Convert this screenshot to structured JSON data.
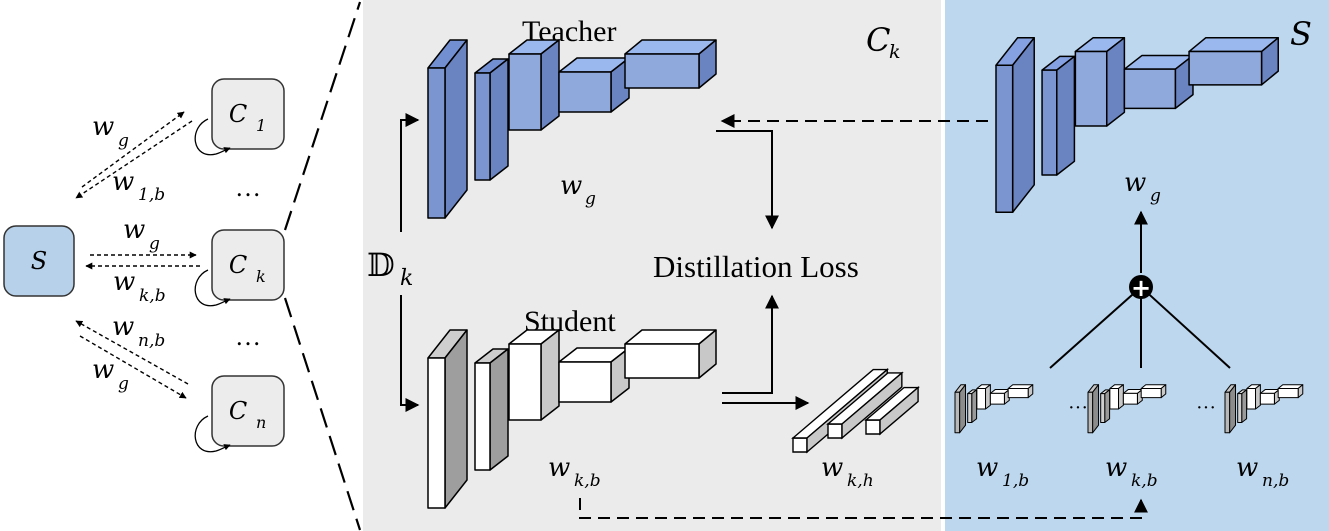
{
  "colors": {
    "gray_panel": "#ebebeb",
    "blue_panel": "#bdd7ee",
    "server_box": "#b7d1ea",
    "client_box": "#ececec",
    "teacher_front": "#8fa9dc",
    "teacher_side": "#6a84c2",
    "student_front": "#ffffff",
    "student_side": "#bfbfbf"
  },
  "left": {
    "server": "S",
    "clients": [
      {
        "letter": "C",
        "sub": "1"
      },
      {
        "letter": "C",
        "sub": "k"
      },
      {
        "letter": "C",
        "sub": "n"
      }
    ],
    "ellipsis_top": "…",
    "ellipsis_bottom": "…",
    "arrow_labels": {
      "top_upper": {
        "main": "w",
        "sub": "g"
      },
      "top_lower": {
        "main": "w",
        "sub": "1,b"
      },
      "mid_upper": {
        "main": "w",
        "sub": "g"
      },
      "mid_lower": {
        "main": "w",
        "sub": "k,b"
      },
      "bot_upper": {
        "main": "w",
        "sub": "n,b"
      },
      "bot_lower": {
        "main": "w",
        "sub": "g"
      }
    }
  },
  "middle": {
    "panel_label": {
      "main": "C",
      "sub": "k"
    },
    "teacher_label": "Teacher",
    "student_label": "Student",
    "dataset": {
      "main": "𝔻",
      "sub": "k"
    },
    "loss_label": "Distillation Loss",
    "teacher_weight": {
      "main": "w",
      "sub": "g"
    },
    "student_weight": {
      "main": "w",
      "sub": "k,b"
    },
    "head_weight": {
      "main": "w",
      "sub": "k,h"
    }
  },
  "right": {
    "panel_label": "S",
    "global_weight": {
      "main": "w",
      "sub": "g"
    },
    "aggregate_symbol": "+",
    "ellipsis": "···",
    "client_weights": [
      {
        "main": "w",
        "sub": "1,b"
      },
      {
        "main": "w",
        "sub": "k,b"
      },
      {
        "main": "w",
        "sub": "n,b"
      }
    ]
  }
}
